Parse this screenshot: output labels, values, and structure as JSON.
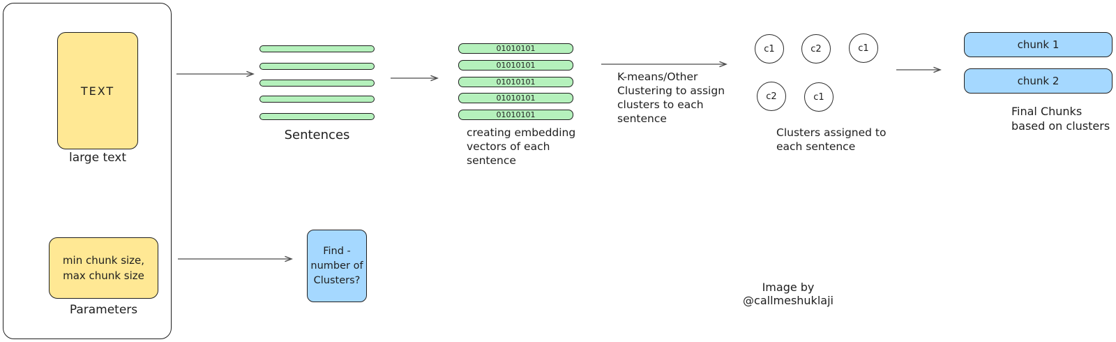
{
  "colors": {
    "yellow_fill": "#ffe894",
    "green_fill": "#b5f1bc",
    "blue_fill": "#a5d8ff",
    "stroke": "#1e1e1e",
    "arrow": "#4a4a4a"
  },
  "input_panel": {
    "text_box": {
      "label": "TEXT",
      "caption": "large text"
    },
    "params_box": {
      "line1": "min chunk size,",
      "line2": "max chunk size",
      "caption": "Parameters"
    }
  },
  "sentences": {
    "caption": "Sentences"
  },
  "embeddings": {
    "vector_text": "01010101",
    "caption_lines": [
      "creating embedding",
      "vectors of each",
      "sentence"
    ]
  },
  "clustering_step": {
    "label_lines": [
      "K-means/Other",
      "Clustering to assign",
      "clusters to each",
      "sentence"
    ]
  },
  "clusters": {
    "labels": [
      "c1",
      "c2",
      "c1",
      "c2",
      "c1"
    ],
    "caption_lines": [
      "Clusters assigned to",
      "each sentence"
    ]
  },
  "chunks": {
    "items": [
      "chunk 1",
      "chunk 2"
    ],
    "caption_lines": [
      "Final Chunks",
      "based on clusters"
    ]
  },
  "find_clusters_box": {
    "lines": [
      "Find -",
      "number of",
      "Clusters?"
    ]
  },
  "credit": "Image by @callmeshuklaji"
}
